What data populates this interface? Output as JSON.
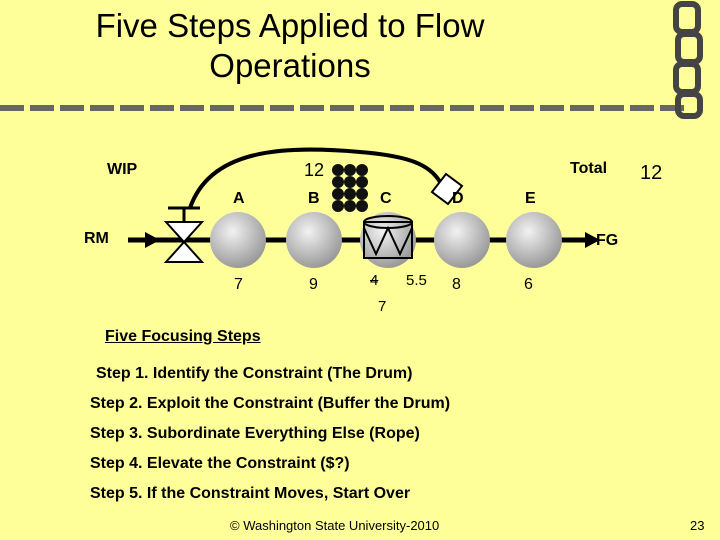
{
  "title": "Five Steps Applied to Flow Operations",
  "labels": {
    "wip": "WIP",
    "wip_value": "12",
    "total": "Total",
    "total_value": "12",
    "rm": "RM",
    "fg": "FG"
  },
  "stations": [
    {
      "name": "A",
      "rate": "7"
    },
    {
      "name": "B",
      "rate": "9"
    },
    {
      "name": "C",
      "rate": "5.5"
    },
    {
      "name": "D",
      "rate": "8"
    },
    {
      "name": "E",
      "rate": "6"
    }
  ],
  "c_overlay": {
    "struck": "4",
    "below": "7"
  },
  "steps_heading": "Five Focusing Steps",
  "steps": [
    "Step 1.  Identify the Constraint (The Drum)",
    "Step 2.  Exploit the Constraint (Buffer the Drum)",
    "Step 3.  Subordinate Everything Else (Rope)",
    "Step 4.  Elevate the Constraint ($?)",
    "Step 5.  If the Constraint Moves, Start Over"
  ],
  "footer": "© Washington State University-2010",
  "page_number": "23",
  "colors": {
    "background": "#ffff99",
    "station_fill": "#cccccc",
    "arrow": "#000000"
  }
}
